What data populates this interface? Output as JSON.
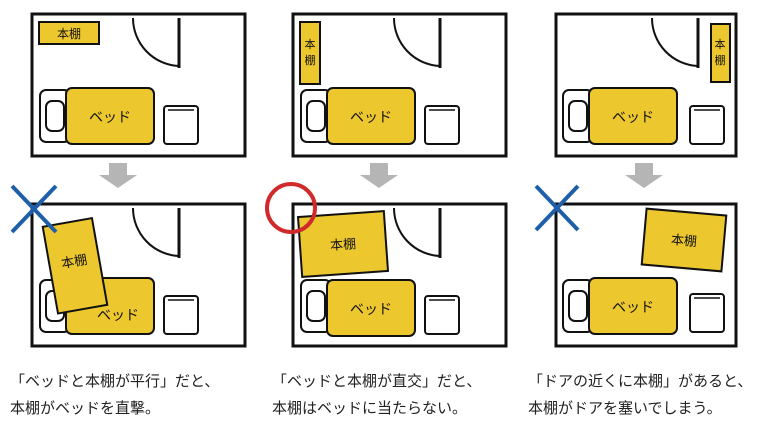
{
  "labels": {
    "bed": "ベッド",
    "shelf": "本棚"
  },
  "colors": {
    "yellow": "#ECC72D",
    "stroke": "#111111",
    "arrow": "#B5B5B5",
    "cross": "#1E5FA8",
    "circle": "#D12A2A"
  },
  "panels": [
    {
      "verdict": "cross",
      "caption": {
        "line1": "「ベッドと本棚が平行」だと、",
        "line2": "本棚がベッドを直撃。"
      }
    },
    {
      "verdict": "circle",
      "caption": {
        "line1": "「ベッドと本棚が直交」だと、",
        "line2": "本棚はベッドに当たらない。"
      }
    },
    {
      "verdict": "cross",
      "caption": {
        "line1": "「ドアの近くに本棚」があると、",
        "line2": "本棚がドアを塞いでしまう。"
      }
    }
  ]
}
